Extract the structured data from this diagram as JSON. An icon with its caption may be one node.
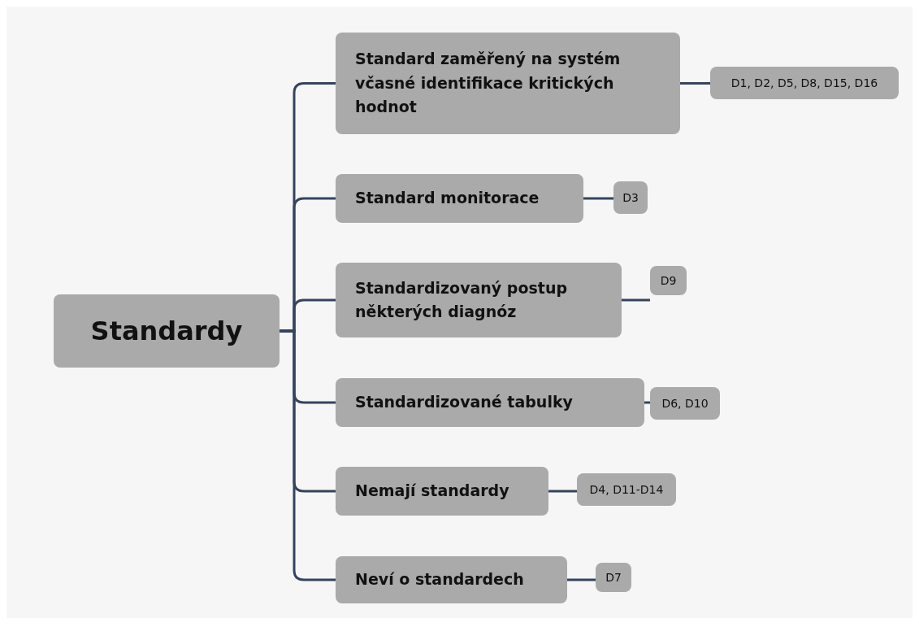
{
  "diagram": {
    "nodes": [
      {
        "text": [
          "Standardy"
        ]
      },
      {
        "text": [
          "Standard zaměřený na systém včasné identifikace kritických hodnot"
        ]
      },
      {
        "text": [
          "Standard monitorace"
        ]
      },
      {
        "text": [
          "Standardizovaný postup některých diagnóz"
        ]
      },
      {
        "text": [
          "Standardizované tabulky"
        ]
      },
      {
        "text": [
          "Nemají standardy"
        ]
      },
      {
        "text": [
          "Neví o standardech"
        ]
      },
      {
        "text": [
          "D1, D2, D5, D8, D15, D16"
        ]
      },
      {
        "text": [
          "D3"
        ]
      },
      {
        "text": [
          "D9"
        ]
      },
      {
        "text": [
          "D6, D10"
        ]
      },
      {
        "text": [
          "D4, D11-D14"
        ]
      },
      {
        "text": [
          "D7"
        ]
      }
    ],
    "edges": [
      {
        "from": 0,
        "to": 1,
        "arrow": "none"
      },
      {
        "from": 0,
        "to": 2,
        "arrow": "none"
      },
      {
        "from": 0,
        "to": 3,
        "arrow": "none"
      },
      {
        "from": 0,
        "to": 4,
        "arrow": "none"
      },
      {
        "from": 0,
        "to": 5,
        "arrow": "none"
      },
      {
        "from": 0,
        "to": 6,
        "arrow": "none"
      },
      {
        "from": 1,
        "to": 7,
        "arrow": "none"
      },
      {
        "from": 2,
        "to": 8,
        "arrow": "none"
      },
      {
        "from": 3,
        "to": 9,
        "arrow": "none"
      },
      {
        "from": 4,
        "to": 10,
        "arrow": "none"
      },
      {
        "from": 5,
        "to": 11,
        "arrow": "none"
      },
      {
        "from": 6,
        "to": 12,
        "arrow": "none"
      }
    ]
  }
}
